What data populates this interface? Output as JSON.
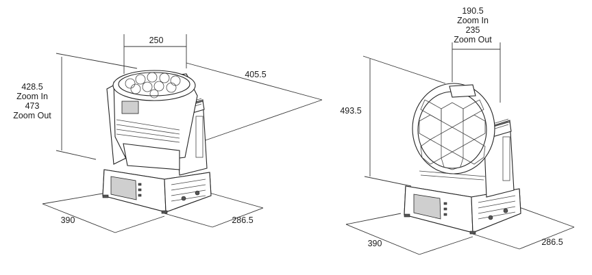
{
  "views": {
    "left": {
      "width": "250",
      "depth": "405.5",
      "height_lines": [
        "428.5",
        "Zoom In",
        "473",
        "Zoom Out"
      ],
      "base_width": "390",
      "base_depth": "286.5"
    },
    "right": {
      "width_lines": [
        "190.5",
        "Zoom In",
        "235",
        "Zoom Out"
      ],
      "height": "493.5",
      "base_width": "390",
      "base_depth": "286.5"
    }
  },
  "colors": {
    "line": "#333333",
    "panel_fill": "#cfcfcf"
  }
}
